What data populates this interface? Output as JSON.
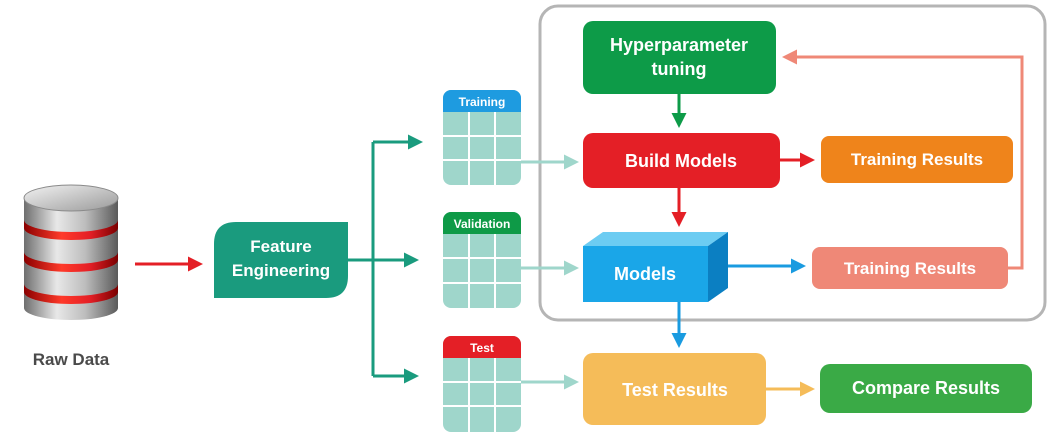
{
  "raw_data": {
    "label": "Raw Data"
  },
  "feature_engineering": {
    "line1": "Feature",
    "line2": "Engineering"
  },
  "splits": {
    "training": {
      "label": "Training",
      "color": "#1e9be0"
    },
    "validation": {
      "label": "Validation",
      "color": "#0e9a47"
    },
    "test": {
      "label": "Test",
      "color": "#e41f26"
    }
  },
  "hyperparameter_tuning": {
    "line1": "Hyperparameter",
    "line2": "tuning"
  },
  "build_models": {
    "label": "Build Models"
  },
  "models": {
    "label": "Models"
  },
  "training_results_top": {
    "label": "Training Results"
  },
  "training_results_bottom": {
    "label": "Training Results"
  },
  "test_results": {
    "label": "Test Results"
  },
  "compare_results": {
    "label": "Compare Results"
  },
  "colors": {
    "teal": "#1a9b7e",
    "green": "#0d9b48",
    "red": "#e41f26",
    "blue": "#1a9be0",
    "orange": "#ef841b",
    "salmon": "#ef8877",
    "yellow": "#f5bc59",
    "compare_green": "#3aaa46",
    "table_fill": "#9fd6cb",
    "frame_gray": "#b5b5b5"
  }
}
